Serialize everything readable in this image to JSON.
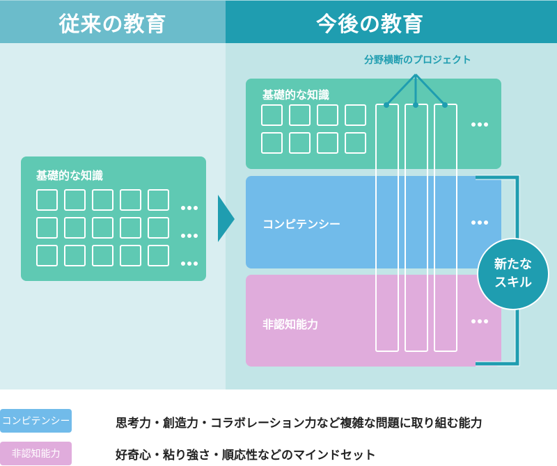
{
  "header": {
    "left_title": "従来の教育",
    "right_title": "今後の教育"
  },
  "left_section": {
    "card_title": "基礎的な知識",
    "grid_rows": 3,
    "grid_cols": 5,
    "more": "•••"
  },
  "right_section": {
    "project_label": "分野横断のプロジェクト",
    "knowledge_card": {
      "title": "基礎的な知識",
      "grid_rows": 2,
      "grid_cols": 4
    },
    "competency_card": {
      "title": "コンピテンシー"
    },
    "noncognitive_card": {
      "title": "非認知能力"
    },
    "project_columns": 3,
    "new_skill": {
      "line1": "新たな",
      "line2": "スキル"
    }
  },
  "legend": [
    {
      "badge": "コンピテンシー",
      "text": "思考力・創造力・コラボレーション力など複雑な問題に取り組む能力",
      "color": "#71bbea"
    },
    {
      "badge": "非認知能力",
      "text": "好奇心・粘り強さ・順応性などのマインドセット",
      "color": "#e0acdc"
    }
  ],
  "colors": {
    "teal": "#1f9db0",
    "header_left": "#6bbccb",
    "green": "#5fc9b3",
    "blue": "#71bbea",
    "pink": "#e0acdc"
  }
}
